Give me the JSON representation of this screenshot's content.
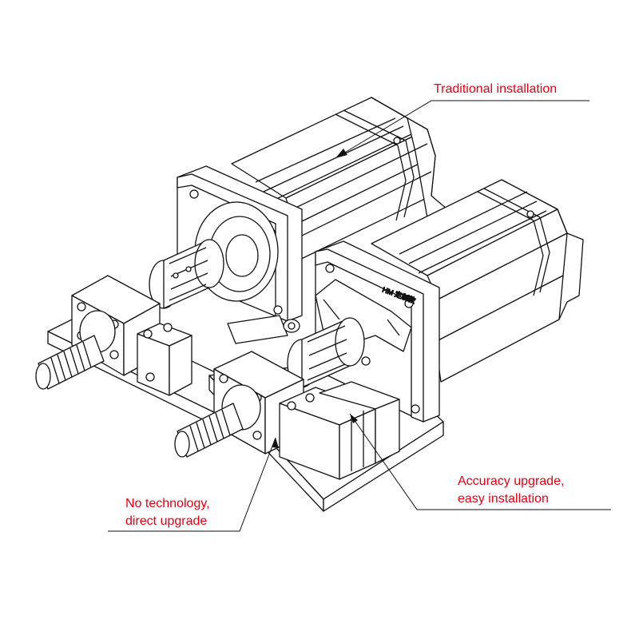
{
  "accent_color": "#e60012",
  "line_color": "#111111",
  "callouts": {
    "traditional": "Traditional installation",
    "accuracy_line1": "Accuracy upgrade,",
    "accuracy_line2": "easy installation",
    "notech_line1": "No technology,",
    "notech_line2": "direct upgrade"
  },
  "motor_mark": "HM 定制款"
}
